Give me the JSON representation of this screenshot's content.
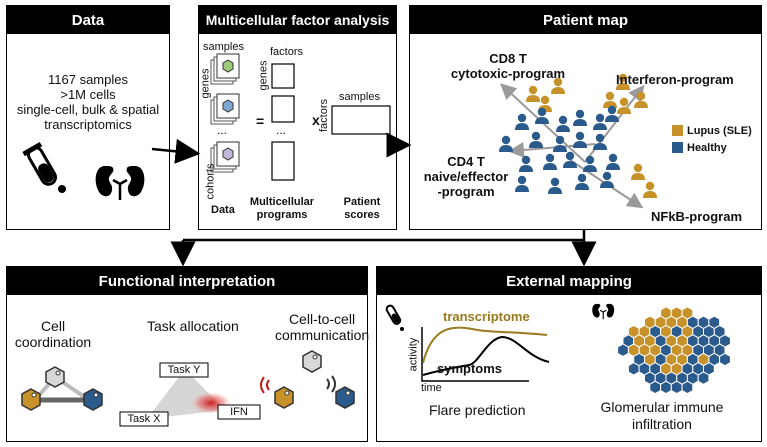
{
  "data_panel": {
    "title": "Data",
    "lines": [
      "1167 samples",
      ">1M cells",
      "single-cell, bulk & spatial",
      "transcriptomics"
    ],
    "icons": [
      "test-tube-icon",
      "kidney-icon"
    ]
  },
  "mofa_panel": {
    "title": "Multicellular factor analysis",
    "samples_label": "samples",
    "genes_label": "genes",
    "cohorts_label": "cohorts",
    "factors_label": "factors",
    "genes_label_2": "genes",
    "factors_label_2": "factors",
    "samples_label_2": "samples",
    "equals": "=",
    "times": "x",
    "ellipsis": "...",
    "caption_data": "Data",
    "caption_programs_1": "Multicellular",
    "caption_programs_2": "programs",
    "caption_scores_1": "Patient",
    "caption_scores_2": "scores"
  },
  "patient_panel": {
    "title": "Patient map",
    "cd8_1": "CD8 T",
    "cd8_2": "cytotoxic-program",
    "interferon": "Interferon-program",
    "cd4_1": "CD4 T",
    "cd4_2": "naive/effector",
    "cd4_3": "-program",
    "nfkb": "NFkB-program",
    "legend": [
      {
        "label": "Lupus (SLE)",
        "color": "#c8922a"
      },
      {
        "label": "Healthy",
        "color": "#2b5a8c"
      }
    ]
  },
  "functional_panel": {
    "title": "Functional interpretation",
    "cell_coord_1": "Cell",
    "cell_coord_2": "coordination",
    "task_alloc": "Task allocation",
    "task_y": "Task Y",
    "task_x": "Task X",
    "ifn": "IFN",
    "comm_1": "Cell-to-cell",
    "comm_2": "communication"
  },
  "external_panel": {
    "title": "External mapping",
    "transcriptome": "transcriptome",
    "symptoms": "symptoms",
    "activity": "activity",
    "time": "time",
    "flare": "Flare prediction",
    "glom_1": "Glomerular immune",
    "glom_2": "infiltration"
  },
  "colors": {
    "lupus": "#c8922a",
    "healthy": "#2b5a8c",
    "arrow_gray": "#9a9a9a",
    "transcriptome_line": "#9a7a1e"
  }
}
